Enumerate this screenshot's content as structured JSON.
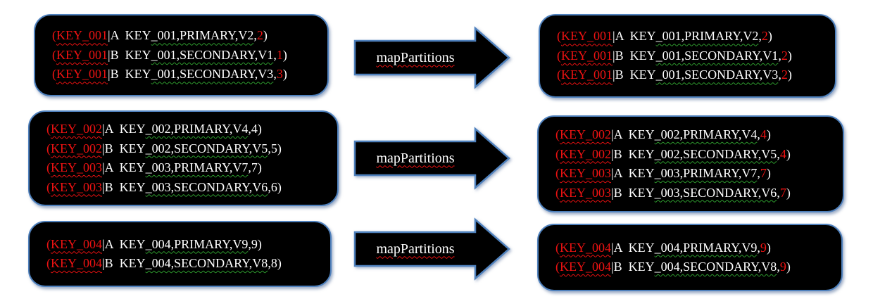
{
  "colors": {
    "page_bg": "#ffffff",
    "box_bg": "#000000",
    "box_border": "#4f81bd",
    "arrow_fill": "#000000",
    "arrow_border": "#4f81bd",
    "red": "#ee1212",
    "white": "#ffffff",
    "green_squiggle": "#2d9b2d",
    "red_squiggle": "#e81010"
  },
  "rows": [
    {
      "arrow_label": "mapPartitions",
      "left": {
        "lines": [
          [
            {
              "t": "(",
              "c": "red"
            },
            {
              "t": "KEY_001",
              "c": "red",
              "u": "red"
            },
            {
              "t": "|A  KEY",
              "c": "white"
            },
            {
              "t": "_001,PRIMARY,V2",
              "c": "white",
              "u": "green"
            },
            {
              "t": ",",
              "c": "white"
            },
            {
              "t": "2",
              "c": "red"
            },
            {
              "t": ")",
              "c": "white"
            }
          ],
          [
            {
              "t": "(",
              "c": "red"
            },
            {
              "t": "KEY_001",
              "c": "red",
              "u": "red"
            },
            {
              "t": "|B  KEY",
              "c": "white"
            },
            {
              "t": "_001,SECONDARY,V1",
              "c": "white",
              "u": "green"
            },
            {
              "t": ",",
              "c": "white"
            },
            {
              "t": "1",
              "c": "red"
            },
            {
              "t": ")",
              "c": "white"
            }
          ],
          [
            {
              "t": "(",
              "c": "red"
            },
            {
              "t": "KEY_001",
              "c": "red",
              "u": "red"
            },
            {
              "t": "|B  KEY",
              "c": "white"
            },
            {
              "t": "_001,SECONDARY,V3",
              "c": "white",
              "u": "green"
            },
            {
              "t": ",",
              "c": "white"
            },
            {
              "t": "3",
              "c": "red"
            },
            {
              "t": ")",
              "c": "white"
            }
          ]
        ]
      },
      "right": {
        "lines": [
          [
            {
              "t": "(",
              "c": "red"
            },
            {
              "t": "KEY_001",
              "c": "red",
              "u": "red"
            },
            {
              "t": "|A  KEY",
              "c": "white"
            },
            {
              "t": "_001,PRIMARY,V2",
              "c": "white",
              "u": "green"
            },
            {
              "t": ",",
              "c": "white"
            },
            {
              "t": "2",
              "c": "red"
            },
            {
              "t": ")",
              "c": "white"
            }
          ],
          [
            {
              "t": "(",
              "c": "red"
            },
            {
              "t": "KEY_001",
              "c": "red",
              "u": "red"
            },
            {
              "t": "|B  KEY",
              "c": "white"
            },
            {
              "t": "_001,SECONDARY,V1",
              "c": "white",
              "u": "green"
            },
            {
              "t": ",",
              "c": "white"
            },
            {
              "t": "2",
              "c": "red"
            },
            {
              "t": ")",
              "c": "white"
            }
          ],
          [
            {
              "t": "(",
              "c": "red"
            },
            {
              "t": "KEY_001",
              "c": "red",
              "u": "red"
            },
            {
              "t": "|B  KEY",
              "c": "white"
            },
            {
              "t": "_001,SECONDARY,V3",
              "c": "white",
              "u": "green"
            },
            {
              "t": ",",
              "c": "white"
            },
            {
              "t": "2",
              "c": "red"
            },
            {
              "t": ")",
              "c": "white"
            }
          ]
        ]
      }
    },
    {
      "arrow_label": "mapPartitions",
      "left": {
        "lines": [
          [
            {
              "t": "(",
              "c": "red"
            },
            {
              "t": "KEY_002",
              "c": "red",
              "u": "red"
            },
            {
              "t": "|A  KEY",
              "c": "white"
            },
            {
              "t": "_002,PRIMARY,V4",
              "c": "white",
              "u": "green"
            },
            {
              "t": ",4)",
              "c": "white"
            }
          ],
          [
            {
              "t": "(",
              "c": "red"
            },
            {
              "t": "KEY_002",
              "c": "red",
              "u": "red"
            },
            {
              "t": "|B  KEY",
              "c": "white"
            },
            {
              "t": "_002,SECONDARY,V5",
              "c": "white",
              "u": "green"
            },
            {
              "t": ",5)",
              "c": "white"
            }
          ],
          [
            {
              "t": "(",
              "c": "red"
            },
            {
              "t": "KEY_003",
              "c": "red",
              "u": "red"
            },
            {
              "t": "|A  KEY",
              "c": "white"
            },
            {
              "t": "_003,PRIMARY,V7",
              "c": "white",
              "u": "green"
            },
            {
              "t": ",7)",
              "c": "white"
            }
          ],
          [
            {
              "t": "(",
              "c": "red"
            },
            {
              "t": "KEY_003",
              "c": "red",
              "u": "red"
            },
            {
              "t": "|B  KEY",
              "c": "white"
            },
            {
              "t": "_003,SECONDARY,V6",
              "c": "white",
              "u": "green"
            },
            {
              "t": ",6)",
              "c": "white"
            }
          ]
        ]
      },
      "right": {
        "lines": [
          [
            {
              "t": "(",
              "c": "red"
            },
            {
              "t": "KEY_002",
              "c": "red",
              "u": "red"
            },
            {
              "t": "|A  KEY",
              "c": "white"
            },
            {
              "t": "_002,PRIMARY,V4",
              "c": "white",
              "u": "green"
            },
            {
              "t": ",",
              "c": "white"
            },
            {
              "t": "4",
              "c": "red"
            },
            {
              "t": ")",
              "c": "white"
            }
          ],
          [
            {
              "t": "(",
              "c": "red"
            },
            {
              "t": "KEY_002",
              "c": "red",
              "u": "red"
            },
            {
              "t": "|B  KEY",
              "c": "white"
            },
            {
              "t": "_002,SECONDARY,V5",
              "c": "white",
              "u": "green"
            },
            {
              "t": ",",
              "c": "white"
            },
            {
              "t": "4",
              "c": "red"
            },
            {
              "t": ")",
              "c": "white"
            }
          ],
          [
            {
              "t": "(",
              "c": "red"
            },
            {
              "t": "KEY_003",
              "c": "red",
              "u": "red"
            },
            {
              "t": "|A  KEY",
              "c": "white"
            },
            {
              "t": "_003,PRIMARY,V7",
              "c": "white",
              "u": "green"
            },
            {
              "t": ",",
              "c": "white"
            },
            {
              "t": "7",
              "c": "red"
            },
            {
              "t": ")",
              "c": "white"
            }
          ],
          [
            {
              "t": "(",
              "c": "red"
            },
            {
              "t": "KEY_003",
              "c": "red",
              "u": "red"
            },
            {
              "t": "|B  KEY",
              "c": "white"
            },
            {
              "t": "_003,SECONDARY,V6",
              "c": "white",
              "u": "green"
            },
            {
              "t": ",",
              "c": "white"
            },
            {
              "t": "7",
              "c": "red"
            },
            {
              "t": ")",
              "c": "white"
            }
          ]
        ]
      }
    },
    {
      "arrow_label": "mapPartitions",
      "left": {
        "lines": [
          [
            {
              "t": "(",
              "c": "red"
            },
            {
              "t": "KEY_004",
              "c": "red",
              "u": "red"
            },
            {
              "t": "|A  KEY",
              "c": "white"
            },
            {
              "t": "_004,PRIMARY,V9",
              "c": "white",
              "u": "green"
            },
            {
              "t": ",9)",
              "c": "white"
            }
          ],
          [
            {
              "t": "(",
              "c": "red"
            },
            {
              "t": "KEY_004",
              "c": "red",
              "u": "red"
            },
            {
              "t": "|B  KEY",
              "c": "white"
            },
            {
              "t": "_004,SECONDARY,V8",
              "c": "white",
              "u": "green"
            },
            {
              "t": ",8)",
              "c": "white"
            }
          ]
        ]
      },
      "right": {
        "lines": [
          [
            {
              "t": "(",
              "c": "red"
            },
            {
              "t": "KEY_004",
              "c": "red",
              "u": "red"
            },
            {
              "t": "|A  KEY",
              "c": "white"
            },
            {
              "t": "_004,PRIMARY,V9",
              "c": "white",
              "u": "green"
            },
            {
              "t": ",",
              "c": "white"
            },
            {
              "t": "9",
              "c": "red"
            },
            {
              "t": ")",
              "c": "white"
            }
          ],
          [
            {
              "t": "(",
              "c": "red"
            },
            {
              "t": "KEY_004",
              "c": "red",
              "u": "red"
            },
            {
              "t": "|B  KEY",
              "c": "white"
            },
            {
              "t": "_004,SECONDARY,V8",
              "c": "white",
              "u": "green"
            },
            {
              "t": ",",
              "c": "white"
            },
            {
              "t": "9",
              "c": "red"
            },
            {
              "t": ")",
              "c": "white"
            }
          ]
        ]
      }
    }
  ]
}
